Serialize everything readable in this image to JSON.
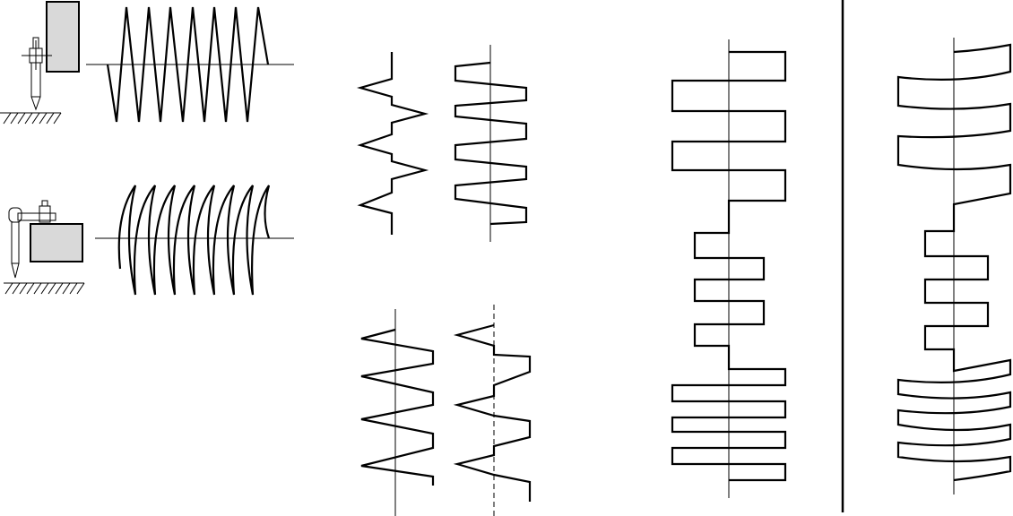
{
  "figure": {
    "colors": {
      "ink": "#000000",
      "paper": "#ffffff",
      "workpiece_fill": "#d9d9d9"
    },
    "panels": [
      {
        "id": "vertical-torch-zigzag",
        "description_icon": "torch-vertical-icon"
      },
      {
        "id": "horizontal-torch-arc-weave",
        "description_icon": "torch-horizontal-icon"
      },
      {
        "id": "stepped-zigzag-patterns"
      },
      {
        "id": "rectangular-weave-patterns"
      }
    ]
  }
}
